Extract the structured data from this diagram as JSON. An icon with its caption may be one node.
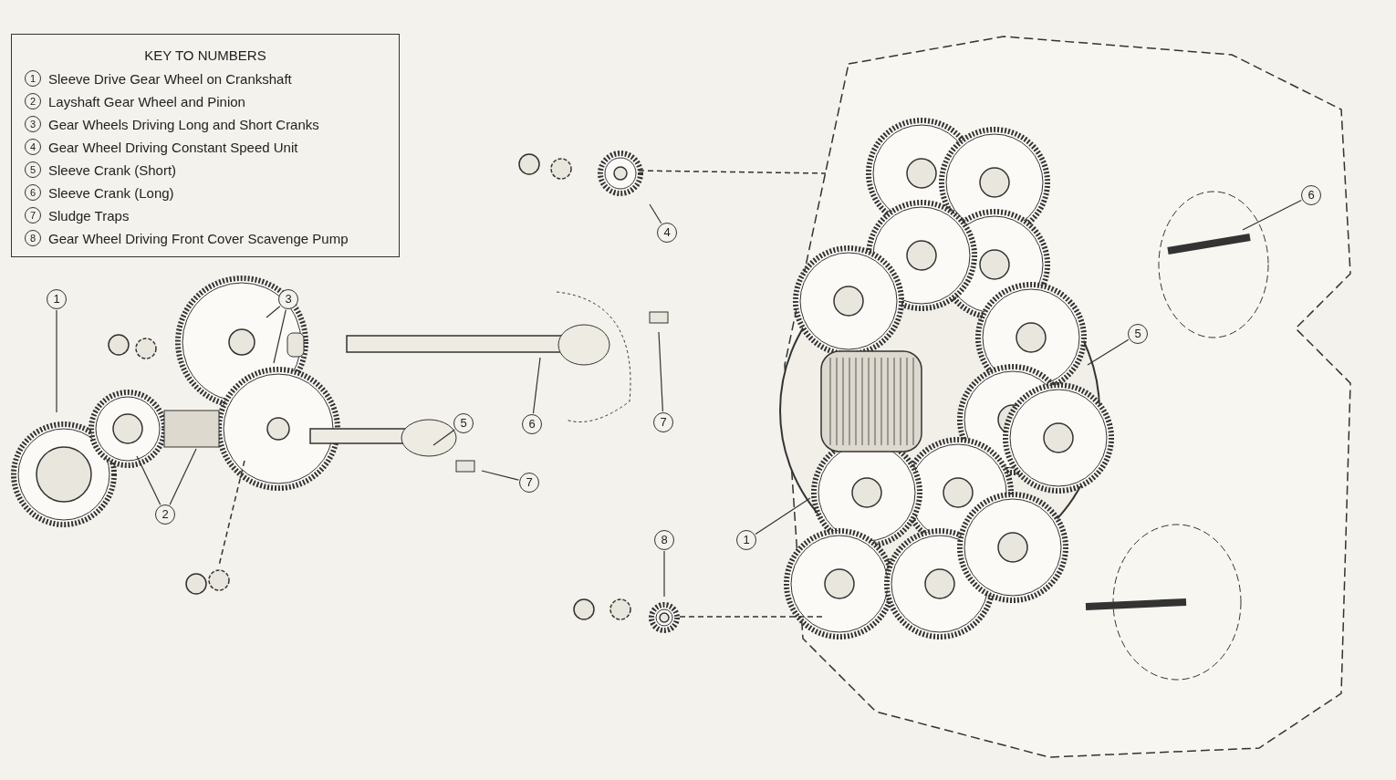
{
  "diagram": {
    "nodes": [
      {
        "text": [
          "KEY TO NUMBERS"
        ]
      },
      {
        "text": [
          "1",
          "Sleeve Drive Gear Wheel on Crankshaft"
        ],
        "in": 0
      },
      {
        "text": [
          "2",
          "Layshaft Gear Wheel and Pinion"
        ],
        "in": 0
      },
      {
        "text": [
          "3",
          "Gear Wheels Driving Long and Short Cranks"
        ],
        "in": 0
      },
      {
        "text": [
          "4",
          "Gear Wheel Driving Constant Speed Unit"
        ],
        "in": 0
      },
      {
        "text": [
          "5",
          "Sleeve Crank (Short)"
        ],
        "in": 0
      },
      {
        "text": [
          "6",
          "Sleeve Crank (Long)"
        ],
        "in": 0
      },
      {
        "text": [
          "7",
          "Sludge Traps"
        ],
        "in": 0
      },
      {
        "text": [
          "8",
          "Gear Wheel Driving Front Cover Scavenge Pump"
        ],
        "in": 0
      },
      {
        "text": [
          "1"
        ]
      },
      {
        "text": [
          "3"
        ]
      },
      {
        "text": [
          "2"
        ]
      },
      {
        "text": [
          "5"
        ]
      },
      {
        "text": [
          "6"
        ]
      },
      {
        "text": [
          "7"
        ]
      },
      {
        "text": [
          "7"
        ]
      },
      {
        "text": [
          "4"
        ]
      },
      {
        "text": [
          "8"
        ]
      },
      {
        "text": [
          "1"
        ]
      },
      {
        "text": [
          "5"
        ]
      },
      {
        "text": [
          "6"
        ]
      }
    ],
    "edges": [
      {
        "from": 9,
        "to": null,
        "arrow": "none"
      },
      {
        "from": 10,
        "to": null,
        "arrow": "none"
      },
      {
        "from": 10,
        "to": null,
        "arrow": "none"
      },
      {
        "from": 11,
        "to": null,
        "arrow": "none"
      },
      {
        "from": 11,
        "to": null,
        "arrow": "none"
      },
      {
        "from": 12,
        "to": null,
        "arrow": "none"
      },
      {
        "from": 13,
        "to": null,
        "arrow": "none"
      },
      {
        "from": 14,
        "to": null,
        "arrow": "none"
      },
      {
        "from": 15,
        "to": null,
        "arrow": "none"
      },
      {
        "from": 16,
        "to": null,
        "arrow": "none"
      },
      {
        "from": 17,
        "to": null,
        "arrow": "none"
      },
      {
        "from": 18,
        "to": null,
        "arrow": "none"
      },
      {
        "from": 19,
        "to": null,
        "arrow": "none"
      },
      {
        "from": 20,
        "to": null,
        "arrow": "none"
      }
    ]
  }
}
